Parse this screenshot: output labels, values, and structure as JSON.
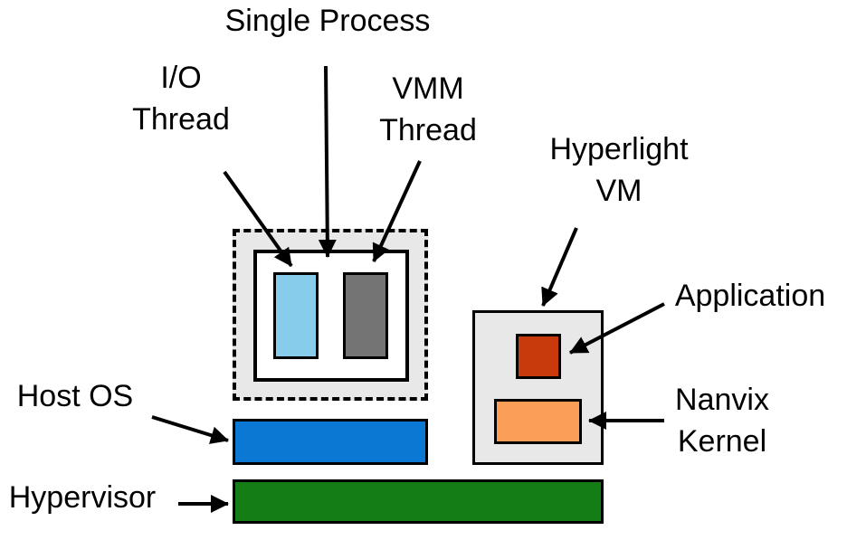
{
  "diagram": {
    "title_context": "Hyperlight VM single-process architecture diagram",
    "labels": {
      "single_process": "Single Process",
      "io_thread": "I/O\nThread",
      "vmm_thread": "VMM\nThread",
      "hyperlight_vm": "Hyperlight\nVM",
      "application": "Application",
      "nanvix_kernel": "Nanvix\nKernel",
      "host_os": "Host OS",
      "hypervisor": "Hypervisor"
    },
    "colors": {
      "background": "#ffffff",
      "outline": "#000000",
      "process_fill": "#e8e8e8",
      "process_inner_fill": "#ffffff",
      "io_thread_fill": "#87cceb",
      "vmm_thread_fill": "#747474",
      "vm_fill": "#e8e8e8",
      "application_fill": "#c8390b",
      "nanvix_kernel_fill": "#fa9e58",
      "host_os_fill": "#0b78d4",
      "hypervisor_fill": "#147d16"
    },
    "connections": [
      {
        "from": "single-process-label",
        "to": "single-process-box",
        "style": "arrow"
      },
      {
        "from": "io-thread-label",
        "to": "io-thread-rect",
        "style": "arrow"
      },
      {
        "from": "vmm-thread-label",
        "to": "vmm-thread-rect",
        "style": "arrow"
      },
      {
        "from": "hyperlight-vm-label",
        "to": "hyperlight-vm-box",
        "style": "arrow"
      },
      {
        "from": "application-label",
        "to": "application-rect",
        "style": "arrow"
      },
      {
        "from": "nanvix-kernel-label",
        "to": "nanvix-kernel-rect",
        "style": "arrow"
      },
      {
        "from": "host-os-label",
        "to": "host-os-bar",
        "style": "arrow"
      },
      {
        "from": "hypervisor-label",
        "to": "hypervisor-bar",
        "style": "arrow"
      }
    ]
  }
}
